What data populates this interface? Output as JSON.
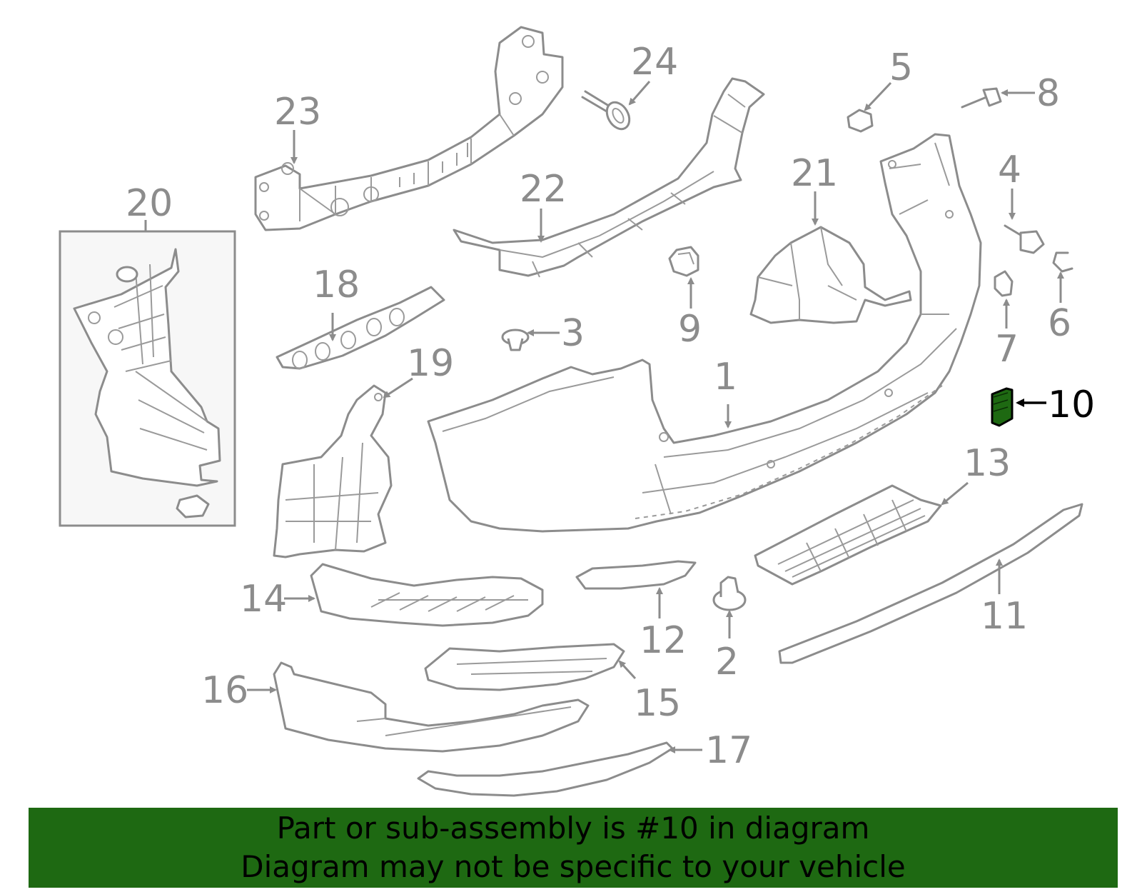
{
  "diagram": {
    "callouts": [
      "1",
      "2",
      "3",
      "4",
      "5",
      "6",
      "7",
      "8",
      "9",
      "10",
      "11",
      "12",
      "13",
      "14",
      "15",
      "16",
      "17",
      "18",
      "19",
      "20",
      "21",
      "22",
      "23",
      "24"
    ],
    "highlighted_part": "10",
    "colors": {
      "line": "#8c8c8c",
      "highlight_fill": "#1e6912",
      "highlight_text": "#000000",
      "banner_bg": "#1e6912"
    }
  },
  "banner": {
    "line1": "Part or sub-assembly is #10 in diagram",
    "line2": "Diagram may not be specific to your vehicle"
  }
}
